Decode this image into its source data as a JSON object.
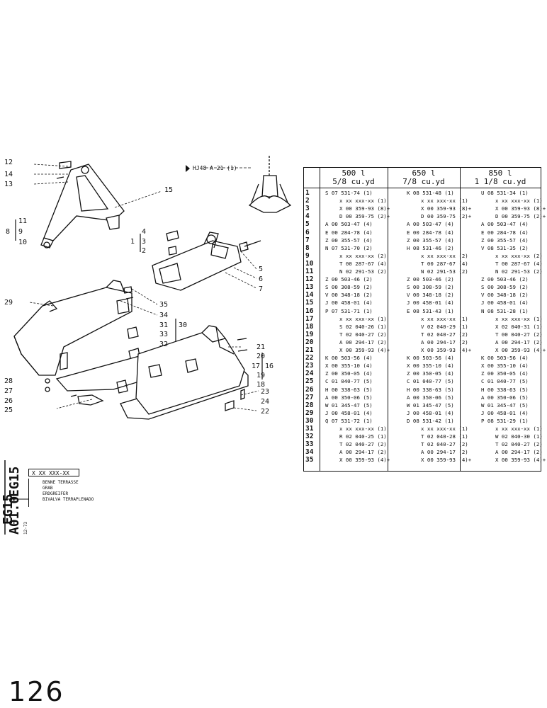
{
  "columns": [
    {
      "size": "500 l",
      "yd": "5/8 cu.yd"
    },
    {
      "size": "650 l",
      "yd": "7/8 cu.yd"
    },
    {
      "size": "850 l",
      "yd": "1 1/8 cu.yd"
    }
  ],
  "rows": [
    {
      "n": "1",
      "a": "S 07 531-74 (1)",
      "b": "K 08 531-48 (1)",
      "c": "U 08 531-34 (1)",
      "i": false
    },
    {
      "n": "2",
      "a": "x xx xxx-xx (1)",
      "b": "x xx xxx-xx (1)",
      "c": "x xx xxx-xx (1)",
      "i": true
    },
    {
      "n": "3",
      "a": "X 00 359-93 (8)+",
      "b": "X 00 359-93 (8)+",
      "c": "X 00 359-93 (8)+",
      "i": true
    },
    {
      "n": "4",
      "a": "D 00 359-75 (2)+",
      "b": "D 00 359-75 (2)+",
      "c": "D 00 359-75 (2)+",
      "i": true
    },
    {
      "n": "5",
      "a": "A 00 503-47 (4)",
      "b": "A 00 503-47 (4)",
      "c": "A 00 503-47 (4)",
      "i": false
    },
    {
      "n": "6",
      "a": "E 00 284-78 (4)",
      "b": "E 00 284-78 (4)",
      "c": "E 00 284-78 (4)",
      "i": false
    },
    {
      "n": "7",
      "a": "Z 00 355-57 (4)",
      "b": "Z 00 355-57 (4)",
      "c": "Z 00 355-57 (4)",
      "i": false
    },
    {
      "n": "8",
      "a": "N 07 531-70 (2)",
      "b": "H 08 531-46 (2)",
      "c": "V 08 531-35 (2)",
      "i": false
    },
    {
      "n": "9",
      "a": "x xx xxx-xx (2)",
      "b": "x xx xxx-xx (2)",
      "c": "x xx xxx-xx (2)",
      "i": true
    },
    {
      "n": "10",
      "a": "T 00 287-67 (4)",
      "b": "T 00 287-67 (4)",
      "c": "T 00 287-67 (4)",
      "i": true
    },
    {
      "n": "11",
      "a": "N 02 291-53 (2)",
      "b": "N 02 291-53 (2)",
      "c": "N 02 291-53 (2)",
      "i": true
    },
    {
      "n": "12",
      "a": "Z 00 503-46 (2)",
      "b": "Z 00 503-46 (2)",
      "c": "Z 00 503-46 (2)",
      "i": false
    },
    {
      "n": "13",
      "a": "S 00 308-59 (2)",
      "b": "S 00 308-59 (2)",
      "c": "S 00 308-59 (2)",
      "i": false
    },
    {
      "n": "14",
      "a": "V 00 348-18 (2)",
      "b": "V 00 348-18 (2)",
      "c": "V 00 348-18 (2)",
      "i": false
    },
    {
      "n": "15",
      "a": "J 00 458-01 (4)",
      "b": "J 00 458-01 (4)",
      "c": "J 00 458-01 (4)",
      "i": false
    },
    {
      "n": "16",
      "a": "P 07 531-71 (1)",
      "b": "E 08 531-43 (1)",
      "c": "N 08 531-28 (1)",
      "i": false
    },
    {
      "n": "17",
      "a": "x xx xxx-xx (1)",
      "b": "x xx xxx-xx (1)",
      "c": "x xx xxx-xx (1)",
      "i": true
    },
    {
      "n": "18",
      "a": "S 02 040-26 (1)",
      "b": "V 02 040-29 (1)",
      "c": "X 02 040-31 (1)",
      "i": true
    },
    {
      "n": "19",
      "a": "T 02 040-27 (2)",
      "b": "T 02 040-27 (2)",
      "c": "T 00 040-27 (2)",
      "i": true
    },
    {
      "n": "20",
      "a": "A 00 294-17 (2)",
      "b": "A 00 294-17 (2)",
      "c": "A 00 294-17 (2)",
      "i": true
    },
    {
      "n": "21",
      "a": "X 00 359-93 (4)+",
      "b": "X 00 359-93 (4)+",
      "c": "X 00 359-93 (4)+",
      "i": true
    },
    {
      "n": "22",
      "a": "K 00 503-56 (4)",
      "b": "K 00 503-56 (4)",
      "c": "K 00 503-56 (4)",
      "i": false
    },
    {
      "n": "23",
      "a": "X 00 355-10 (4)",
      "b": "X 00 355-10 (4)",
      "c": "X 00 355-10 (4)",
      "i": false
    },
    {
      "n": "24",
      "a": "Z 00 350-05 (4)",
      "b": "Z 00 350-05 (4)",
      "c": "Z 00 350-05 (4)",
      "i": false
    },
    {
      "n": "25",
      "a": "C 01 040-77 (5)",
      "b": "C 01 040-77 (5)",
      "c": "C 01 040-77 (5)",
      "i": false
    },
    {
      "n": "26",
      "a": "H 00 338-63 (5)",
      "b": "H 00 338-63 (5)",
      "c": "H 00 338-63 (5)",
      "i": false
    },
    {
      "n": "27",
      "a": "A 00 350-06 (5)",
      "b": "A 00 350-06 (5)",
      "c": "A 00 350-06 (5)",
      "i": false
    },
    {
      "n": "28",
      "a": "W 01 345-47 (5)",
      "b": "W 01 345-47 (5)",
      "c": "W 01 345-47 (5)",
      "i": false
    },
    {
      "n": "29",
      "a": "J 00 458-01 (4)",
      "b": "J 00 458-01 (4)",
      "c": "J 00 458-01 (4)",
      "i": false
    },
    {
      "n": "30",
      "a": "Q 07 531-72 (1)",
      "b": "D 08 531-42 (1)",
      "c": "P 08 531-29 (1)",
      "i": false
    },
    {
      "n": "31",
      "a": "x xx xxx-xx (1)",
      "b": "x xx xxx-xx (1)",
      "c": "x xx xxx-xx (1)",
      "i": true
    },
    {
      "n": "32",
      "a": "R 02 040-25 (1)",
      "b": "T 02 040-28 (1)",
      "c": "W 02 040-30 (1)",
      "i": true
    },
    {
      "n": "33",
      "a": "T 02 040-27 (2)",
      "b": "T 02 040-27 (2)",
      "c": "T 02 040-27 (2)",
      "i": true
    },
    {
      "n": "34",
      "a": "A 00 294-17 (2)",
      "b": "A 00 294-17 (2)",
      "c": "A 00 294-17 (2)",
      "i": true
    },
    {
      "n": "35",
      "a": "X 00 359-93 (4)+",
      "b": "X 00 359-93 (4)+",
      "c": "X 00 359-93 (4)+",
      "i": true
    }
  ],
  "reference": "HJ48 A 21 (1)",
  "diagram_labels": {
    "l1": "1",
    "l2": "2",
    "l3": "3",
    "l4": "4",
    "l5": "5",
    "l6": "6",
    "l7": "7",
    "l8": "8",
    "l9": "9",
    "l10": "10",
    "l11": "11",
    "l12": "12",
    "l13": "13",
    "l14": "14",
    "l15": "15",
    "l16": "16",
    "l17": "17",
    "l18": "18",
    "l19": "19",
    "l20": "20",
    "l21": "21",
    "l22": "22",
    "l23": "23",
    "l24": "24",
    "l25": "25",
    "l26": "26",
    "l27": "27",
    "l28": "28",
    "l29": "29",
    "l30": "30",
    "l31": "31",
    "l32": "32",
    "l33": "33",
    "l34": "34",
    "l35": "35"
  },
  "code_block": {
    "model": "EG15",
    "section": "A01.0",
    "date": "12-73"
  },
  "title_box": {
    "code": "X XX XXX-XX"
  },
  "titles": [
    "BENNE TERRASSE",
    "GRAB",
    "ERDGREIFER",
    "BIVALVA TERRAPLENADO"
  ],
  "page_number": "126"
}
